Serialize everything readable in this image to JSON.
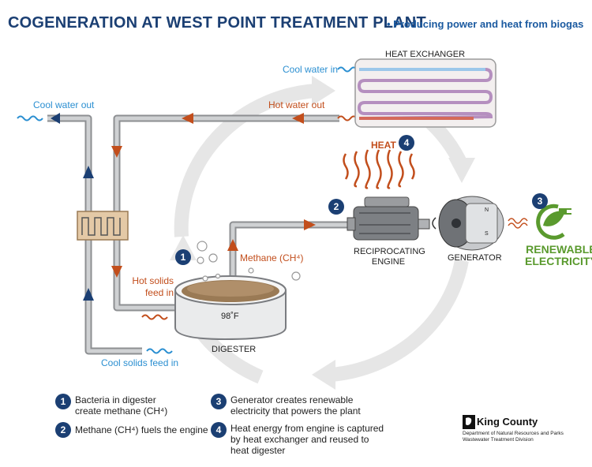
{
  "title": "COGENERATION AT WEST POINT TREATMENT PLANT",
  "subtitle": "• Producing power and heat from biogas",
  "labels": {
    "heat_exchanger": "HEAT EXCHANGER",
    "cool_water_in": "Cool water in",
    "hot_water_out": "Hot water out",
    "cool_water_out": "Cool water out",
    "heat": "HEAT",
    "methane": "Methane (CH⁴)",
    "hot_solids": "Hot solids\nfeed in",
    "temperature": "98˚F",
    "digester": "DIGESTER",
    "cool_solids": "Cool solids feed in",
    "engine": "RECIPROCATING\nENGINE",
    "generator": "GENERATOR",
    "pole_n": "N",
    "pole_s": "S",
    "renewable": "RENEWABLE\nELECTRICITY"
  },
  "steps": [
    {
      "number": "1",
      "text": "Bacteria in digester\ncreate methane (CH⁴)"
    },
    {
      "number": "2",
      "text": "Methane (CH⁴) fuels the engine"
    },
    {
      "number": "3",
      "text": "Generator creates renewable\nelectricity that powers the plant"
    },
    {
      "number": "4",
      "text": "Heat energy from engine is captured\nby heat exchanger and reused to\nheat digester"
    }
  ],
  "footer": {
    "org": "King County",
    "department": "Department of Natural Resources and Parks\nWastewater Treatment Division"
  },
  "colors": {
    "title": "#1b3f73",
    "cool": "#2b8fd1",
    "hot": "#c24e1c",
    "renewable": "#5a9a2e"
  }
}
